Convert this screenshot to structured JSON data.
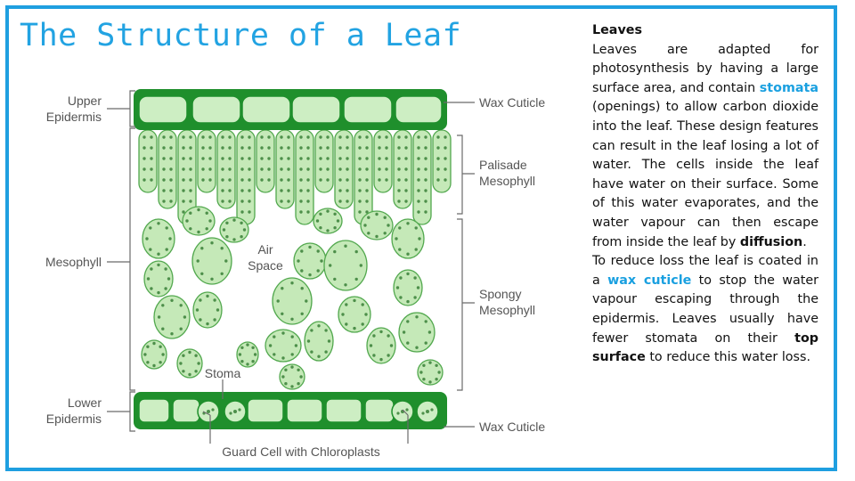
{
  "title": "The Structure of a Leaf",
  "diagram": {
    "labels": {
      "upper_epidermis_line1": "Upper",
      "upper_epidermis_line2": "Epidermis",
      "mesophyll": "Mesophyll",
      "lower_epidermis_line1": "Lower",
      "lower_epidermis_line2": "Epidermis",
      "wax_cuticle_top": "Wax Cuticle",
      "palisade_line1": "Palisade",
      "palisade_line2": "Mesophyll",
      "air_space_line1": "Air",
      "air_space_line2": "Space",
      "spongy_line1": "Spongy",
      "spongy_line2": "Mesophyll",
      "stoma": "Stoma",
      "wax_cuticle_bottom": "Wax Cuticle",
      "guard_cell": "Guard Cell with Chloroplasts"
    },
    "colors": {
      "cuticle": "#1f8f2c",
      "epidermis_cell": "#cdeec3",
      "mesophyll_cell": "#c5e9b8",
      "cell_outline": "#52a84e",
      "chloroplast": "#4d8f4a",
      "pointer": "#6b6b6b"
    }
  },
  "text": {
    "heading": "Leaves",
    "p1_a": "Leaves are adapted for photosynthesis by having a large surface area, and contain ",
    "p1_stomata": "stomata",
    "p1_b": " (openings) to allow carbon dioxide into the leaf. These design features can result in the leaf losing a lot of water. The cells inside the leaf have water on their surface. Some of this water evaporates, and the water vapour can then escape from inside the leaf by ",
    "p1_diffusion": "diffusion",
    "p1_c": ".",
    "p2_a": "To reduce loss the leaf is coated in a ",
    "p2_wax": "wax cuticle",
    "p2_b": " to stop the water vapour escaping through the epidermis. Leaves usually have fewer stomata on their ",
    "p2_top": "top surface",
    "p2_c": " to reduce this water loss."
  }
}
